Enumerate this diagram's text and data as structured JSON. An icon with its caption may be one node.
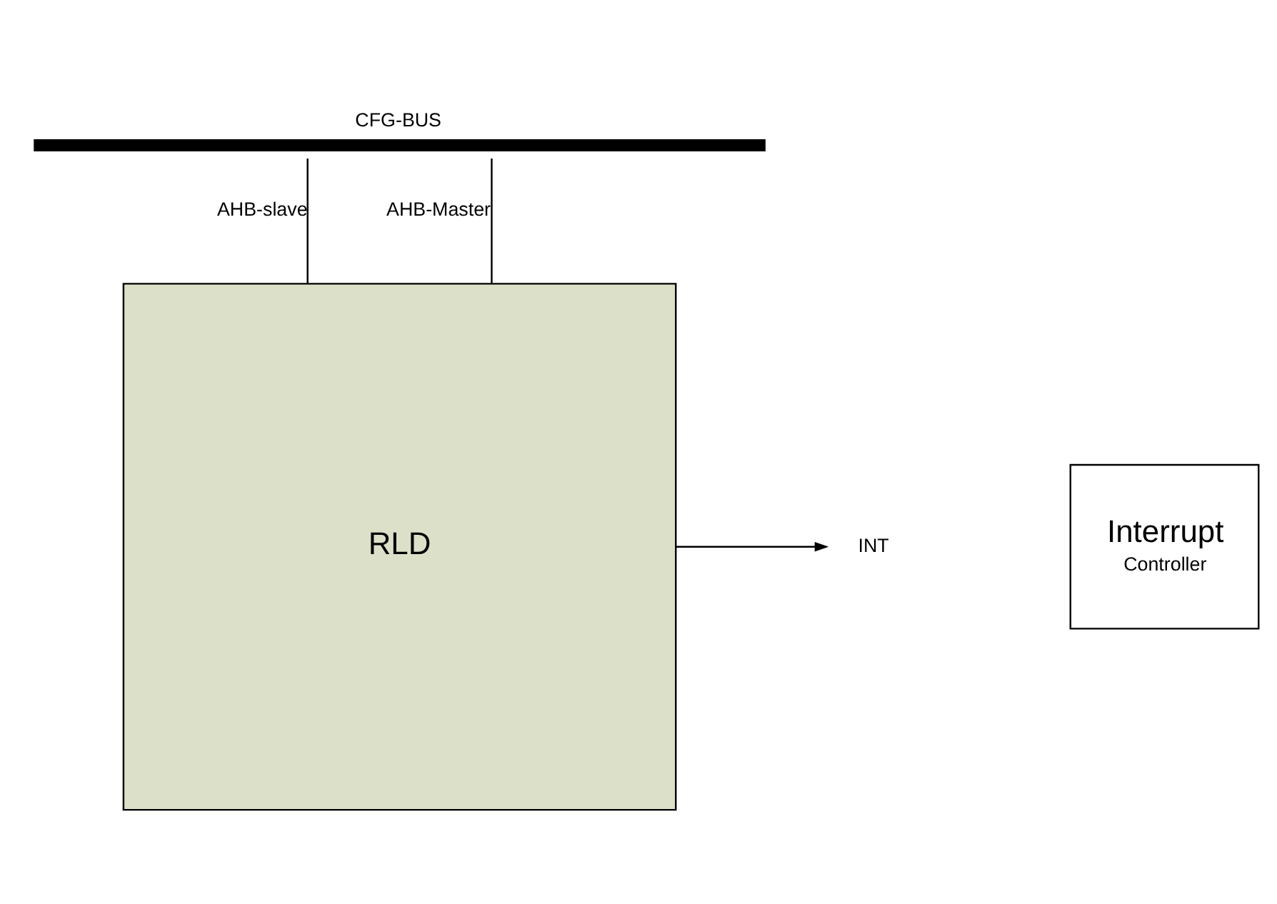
{
  "diagram": {
    "nodes": [
      {
        "text": [
          "CFG-BUS"
        ]
      },
      {
        "text": [
          "RLD"
        ]
      },
      {
        "text": [
          "INT"
        ]
      },
      {
        "text": [
          "Interrupt",
          "Controller"
        ]
      }
    ],
    "edges": [
      {
        "from": 0,
        "to": 1,
        "arrow": "none",
        "label": "AHB-slave"
      },
      {
        "from": 0,
        "to": 1,
        "arrow": "none",
        "label": "AHB-Master"
      },
      {
        "from": 1,
        "to": 2,
        "arrow": "to"
      }
    ]
  }
}
